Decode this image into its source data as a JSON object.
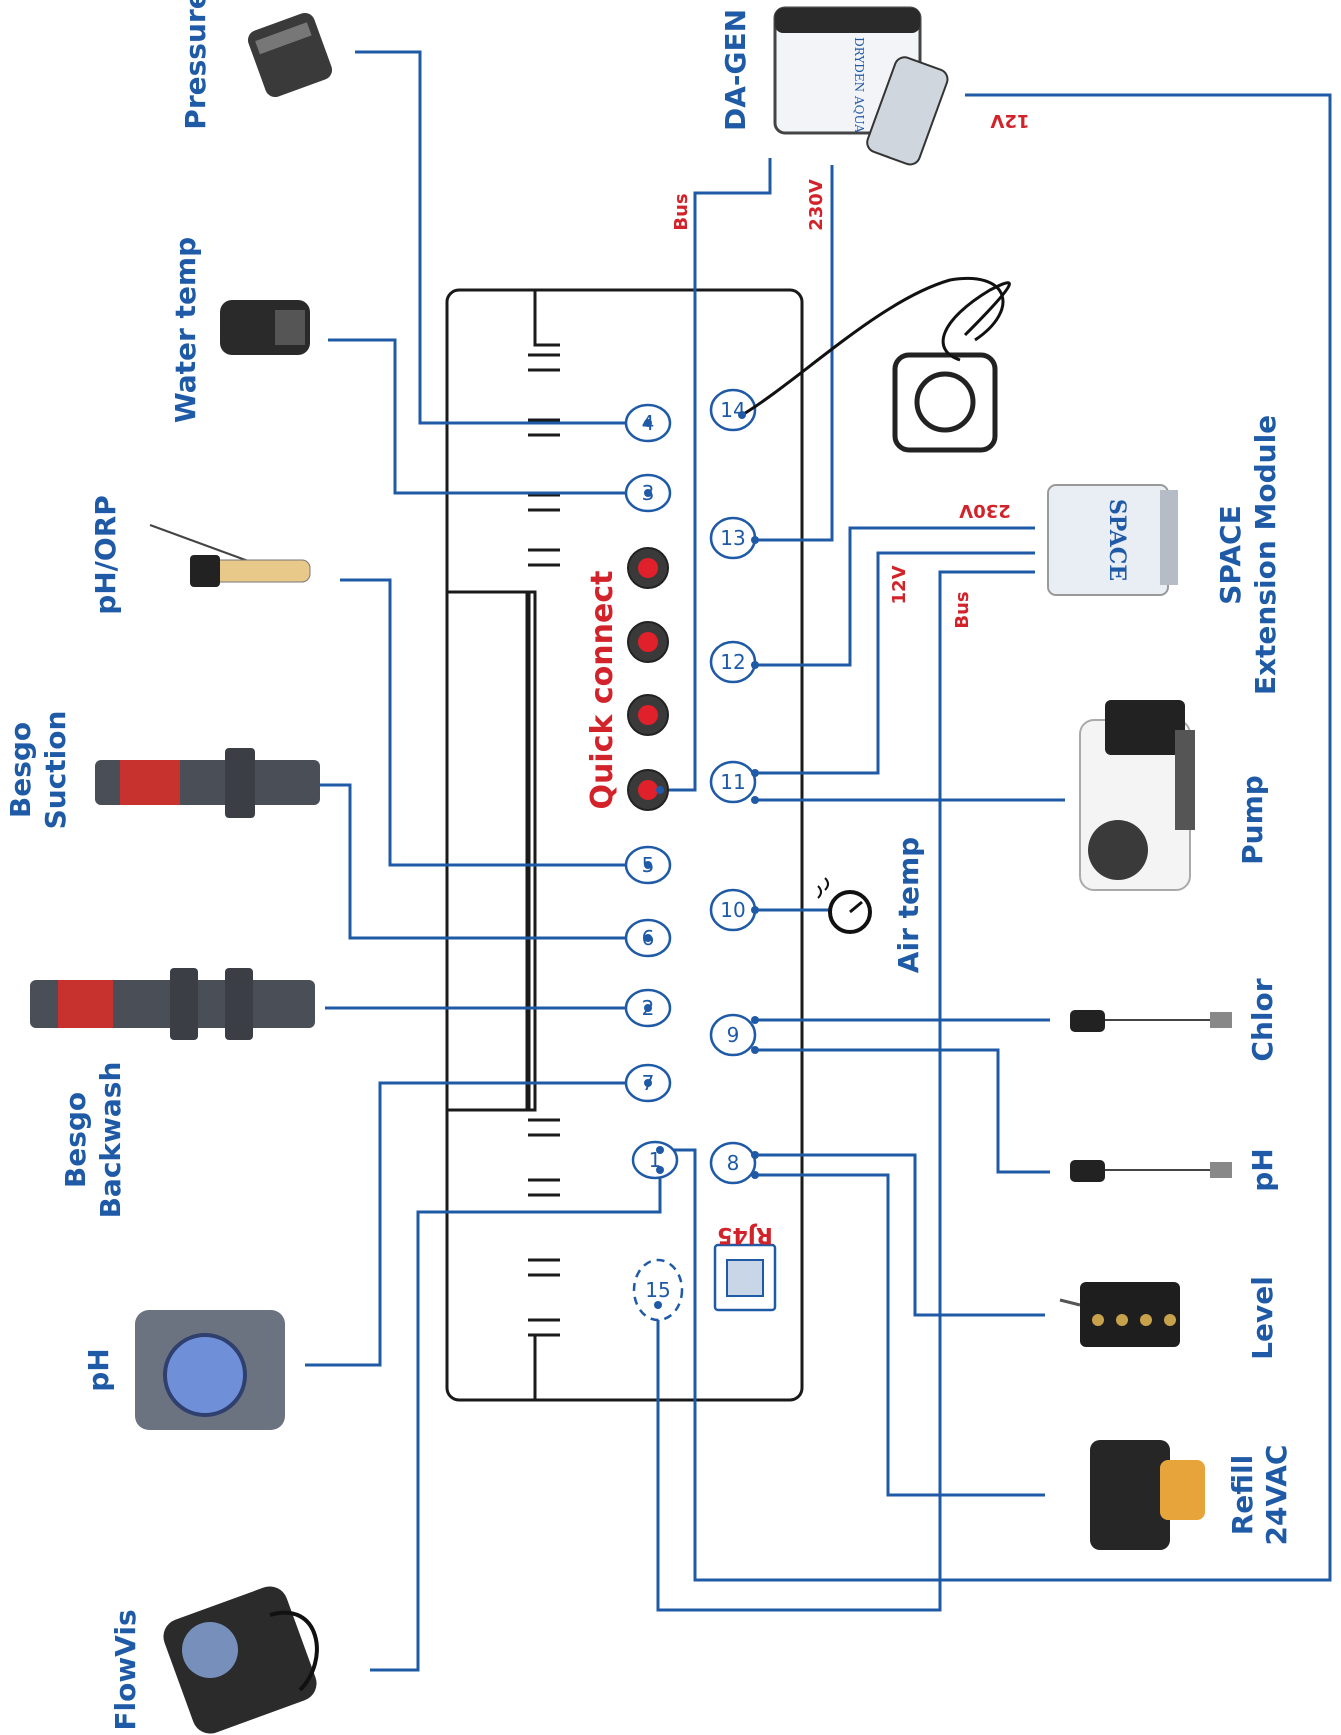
{
  "labels": {
    "pressure": "Pressure",
    "water_temp": "Water temp",
    "ph_orp": "pH/ORP",
    "besgo_suction_1": "Besgo",
    "besgo_suction_2": "Suction",
    "besgo_backwash_1": "Besgo",
    "besgo_backwash_2": "Backwash",
    "ph_pump": "pH",
    "flowvis": "FlowVis",
    "da_gen": "DA-GEN",
    "space_1": "SPACE",
    "space_2": "Extension Module",
    "pump": "Pump",
    "air_temp": "Air temp",
    "chlor": "Chlor",
    "ph_sensor": "pH",
    "level": "Level",
    "refill_1": "Refill",
    "refill_2": "24VAC",
    "quick_connect": "Quick connect",
    "rj45": "RJ45"
  },
  "wire_labels": {
    "bus_top": "Bus",
    "v230_top": "230V",
    "v12_top": "12V",
    "v230_space": "230V",
    "v12_space": "12V",
    "bus_space": "Bus"
  },
  "terminals": {
    "t1": "1",
    "t2": "2",
    "t3": "3",
    "t4": "4",
    "t5": "5",
    "t6": "6",
    "t7": "7",
    "t8": "8",
    "t9": "9",
    "t10": "10",
    "t11": "11",
    "t12": "12",
    "t13": "13",
    "t14": "14",
    "t15": "15"
  },
  "colors": {
    "label_blue": "#1f5aa6",
    "accent_red": "#d2232a"
  }
}
